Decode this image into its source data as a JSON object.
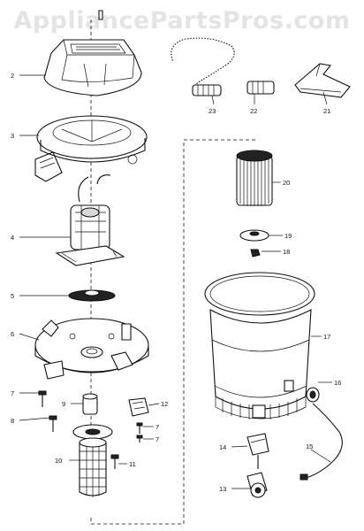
{
  "watermark": "AppliancePartsPros.com",
  "callouts": [
    {
      "id": "2",
      "label": "2"
    },
    {
      "id": "3",
      "label": "3"
    },
    {
      "id": "4",
      "label": "4"
    },
    {
      "id": "5",
      "label": "5"
    },
    {
      "id": "6",
      "label": "6"
    },
    {
      "id": "7a",
      "label": "7"
    },
    {
      "id": "7b",
      "label": "7"
    },
    {
      "id": "7c",
      "label": "7"
    },
    {
      "id": "8",
      "label": "8"
    },
    {
      "id": "9",
      "label": "9"
    },
    {
      "id": "10",
      "label": "10"
    },
    {
      "id": "11",
      "label": "11"
    },
    {
      "id": "12",
      "label": "12"
    },
    {
      "id": "13",
      "label": "13"
    },
    {
      "id": "14",
      "label": "14"
    },
    {
      "id": "15",
      "label": "15"
    },
    {
      "id": "16",
      "label": "16"
    },
    {
      "id": "17",
      "label": "17"
    },
    {
      "id": "18",
      "label": "18"
    },
    {
      "id": "19",
      "label": "19"
    },
    {
      "id": "20",
      "label": "20"
    },
    {
      "id": "21",
      "label": "21"
    },
    {
      "id": "22",
      "label": "22"
    },
    {
      "id": "23",
      "label": "23"
    }
  ]
}
